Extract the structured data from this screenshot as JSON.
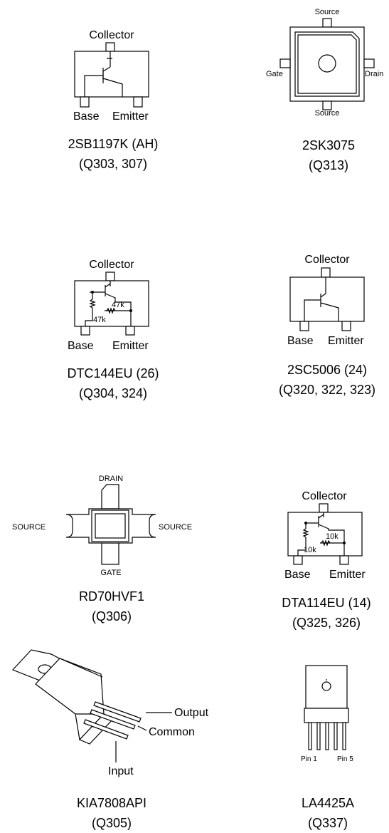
{
  "components": [
    {
      "part": "2SB1197K (AH)",
      "ref": "(Q303, 307)",
      "pins": [
        "Collector",
        "Base",
        "Emitter"
      ]
    },
    {
      "part": "2SK3075",
      "ref": "(Q313)",
      "pins": [
        "Source",
        "Gate",
        "Drain",
        "Source"
      ]
    },
    {
      "part": "DTC144EU (26)",
      "ref": "(Q304, 324)",
      "pins": [
        "Collector",
        "Base",
        "Emitter"
      ],
      "resistors": [
        "47k",
        "47k"
      ]
    },
    {
      "part": "2SC5006 (24)",
      "ref": "(Q320, 322, 323)",
      "pins": [
        "Collector",
        "Base",
        "Emitter"
      ]
    },
    {
      "part": "RD70HVF1",
      "ref": "(Q306)",
      "pins": [
        "DRAIN",
        "SOURCE",
        "SOURCE",
        "GATE"
      ]
    },
    {
      "part": "DTA114EU (14)",
      "ref": "(Q325, 326)",
      "pins": [
        "Collector",
        "Base",
        "Emitter"
      ],
      "resistors": [
        "10k",
        "10k"
      ]
    },
    {
      "part": "KIA7808API",
      "ref": "(Q305)",
      "pins": [
        "Output",
        "Common",
        "Input"
      ]
    },
    {
      "part": "LA4425A",
      "ref": "(Q337)",
      "pins": [
        "Pin 1",
        "Pin 5"
      ]
    }
  ]
}
